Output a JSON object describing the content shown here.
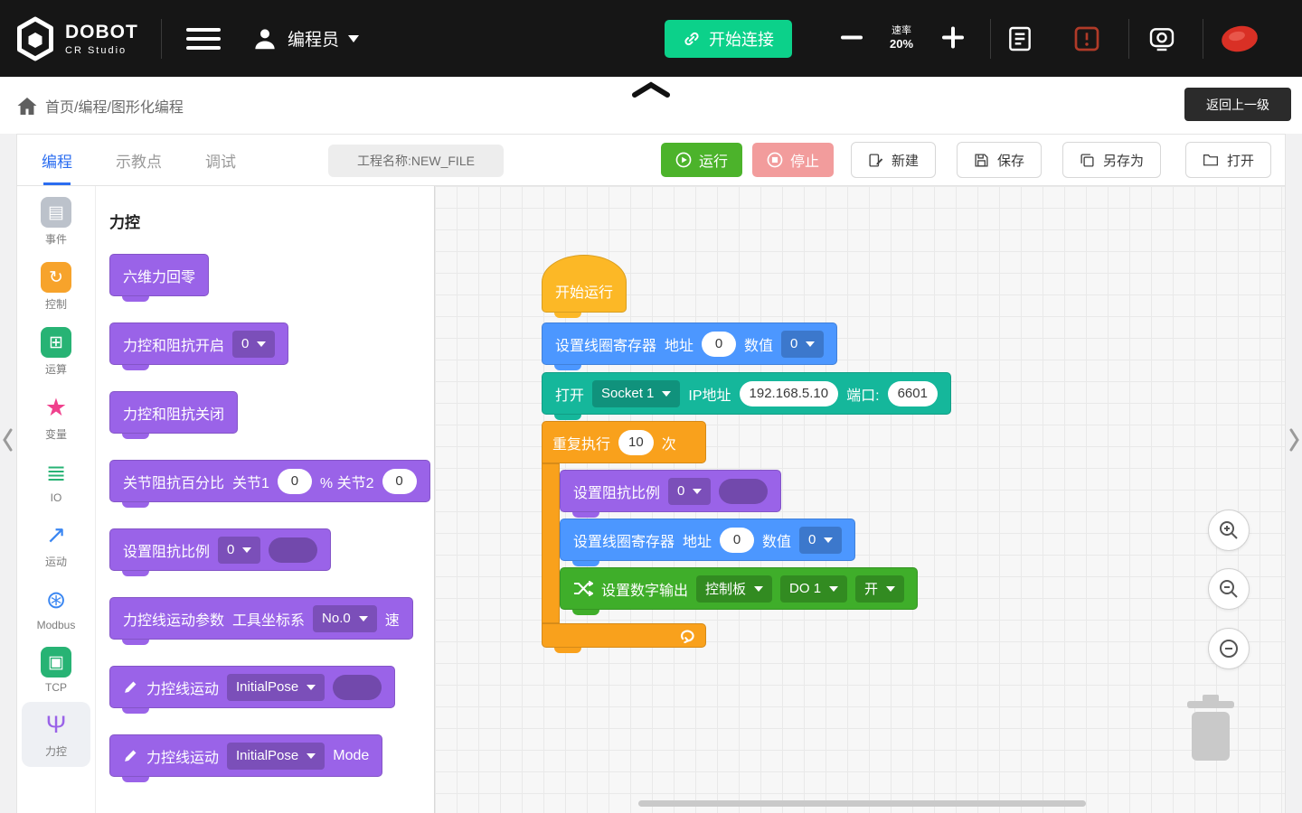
{
  "colors": {
    "topbar_bg": "#161616",
    "connect_green": "#0cd18a",
    "run_green": "#4cb32b",
    "stop_pink": "#f29c9c",
    "tab_active": "#2b6df0",
    "block_purple": "#9a63e8",
    "block_blue": "#4c97ff",
    "block_teal": "#15b79b",
    "block_orange": "#f9a11c",
    "block_yellow": "#fcb826",
    "block_green": "#3fae2a"
  },
  "header": {
    "brand": "DOBOT",
    "brand_sub": "CR Studio",
    "user": "编程员",
    "connect": "开始连接",
    "rate_label": "速率",
    "rate_value": "20%"
  },
  "breadcrumb": {
    "path": "首页/编程/图形化编程",
    "back": "返回上一级"
  },
  "toolbar": {
    "tabs": [
      {
        "label": "编程"
      },
      {
        "label": "示教点"
      },
      {
        "label": "调试"
      }
    ],
    "project_name": "工程名称:NEW_FILE",
    "run": "运行",
    "stop": "停止",
    "new": "新建",
    "save": "保存",
    "save_as": "另存为",
    "open": "打开"
  },
  "sidebar": {
    "items": [
      {
        "label": "事件",
        "glyph": "▤"
      },
      {
        "label": "控制",
        "glyph": "↻"
      },
      {
        "label": "运算",
        "glyph": "⊞"
      },
      {
        "label": "变量",
        "glyph": "★"
      },
      {
        "label": "IO",
        "glyph": "≣"
      },
      {
        "label": "运动",
        "glyph": "↗"
      },
      {
        "label": "Modbus",
        "glyph": "⊛"
      },
      {
        "label": "TCP",
        "glyph": "▣"
      },
      {
        "label": "力控",
        "glyph": "Ψ"
      }
    ]
  },
  "palette": {
    "title": "力控",
    "b0": {
      "label": "六维力回零"
    },
    "b1": {
      "label": "力控和阻抗开启",
      "dd": "0"
    },
    "b2": {
      "label": "力控和阻抗关闭"
    },
    "b3": {
      "label": "关节阻抗百分比",
      "f1": "关节1",
      "v1": "0",
      "f2": "% 关节2",
      "v2": "0"
    },
    "b4": {
      "label": "设置阻抗比例",
      "dd": "0"
    },
    "b5": {
      "label": "力控线运动参数",
      "sub": "工具坐标系",
      "dd": "No.0",
      "tail": "速"
    },
    "b6": {
      "label": "力控线运动",
      "dd": "InitialPose"
    },
    "b7": {
      "label": "力控线运动",
      "dd": "InitialPose",
      "tail": "Mode"
    }
  },
  "canvas": {
    "start": {
      "label": "开始运行"
    },
    "coil1": {
      "label": "设置线圈寄存器",
      "addr_label": "地址",
      "addr": "0",
      "val_label": "数值",
      "val": "0"
    },
    "socket": {
      "label": "打开",
      "dd": "Socket 1",
      "ip_label": "IP地址",
      "ip": "192.168.5.10",
      "port_label": "端口:",
      "port": "6601"
    },
    "repeat": {
      "label": "重复执行",
      "count": "10",
      "suffix": "次"
    },
    "imp": {
      "label": "设置阻抗比例",
      "dd": "0"
    },
    "coil2": {
      "label": "设置线圈寄存器",
      "addr_label": "地址",
      "addr": "0",
      "val_label": "数值",
      "val": "0"
    },
    "dout": {
      "label": "设置数字输出",
      "dd1": "控制板",
      "dd2": "DO 1",
      "dd3": "开"
    }
  }
}
